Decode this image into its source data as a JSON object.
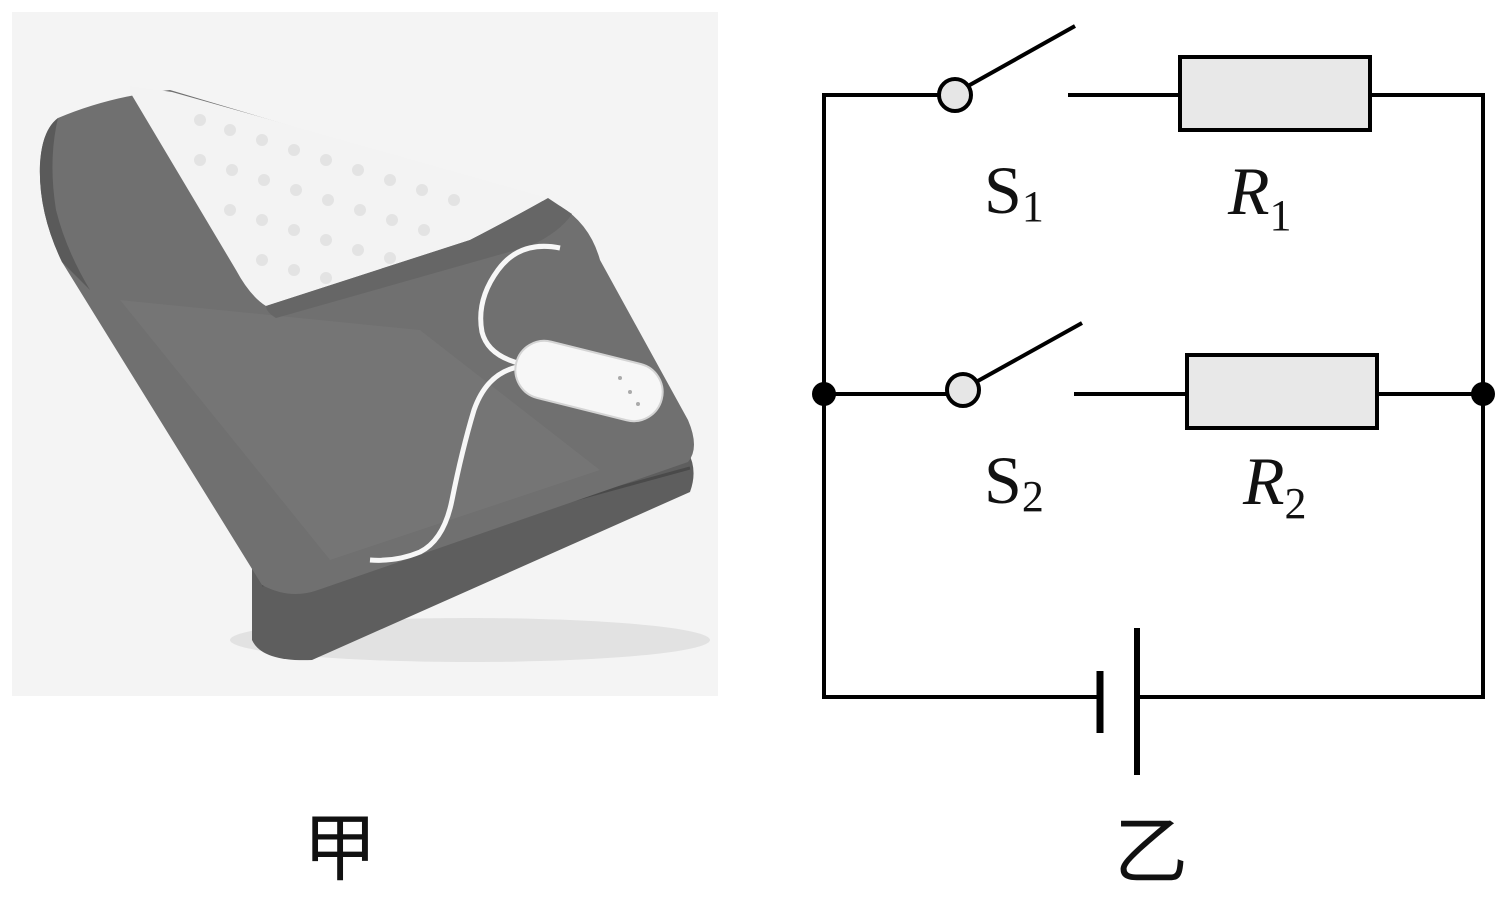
{
  "captions": {
    "left": "甲",
    "right": "乙"
  },
  "circuit": {
    "switch1": {
      "letter": "S",
      "sub": "1"
    },
    "switch2": {
      "letter": "S",
      "sub": "2"
    },
    "resistor1": {
      "letter": "R",
      "sub": "1"
    },
    "resistor2": {
      "letter": "R",
      "sub": "2"
    }
  },
  "colors": {
    "wire": "#000000",
    "resistor_fill": "#e8e8e8",
    "blanket_fleece": "#6f6f6f",
    "blanket_lining": "#f3f3f3",
    "photo_background": "#f4f4f4"
  }
}
